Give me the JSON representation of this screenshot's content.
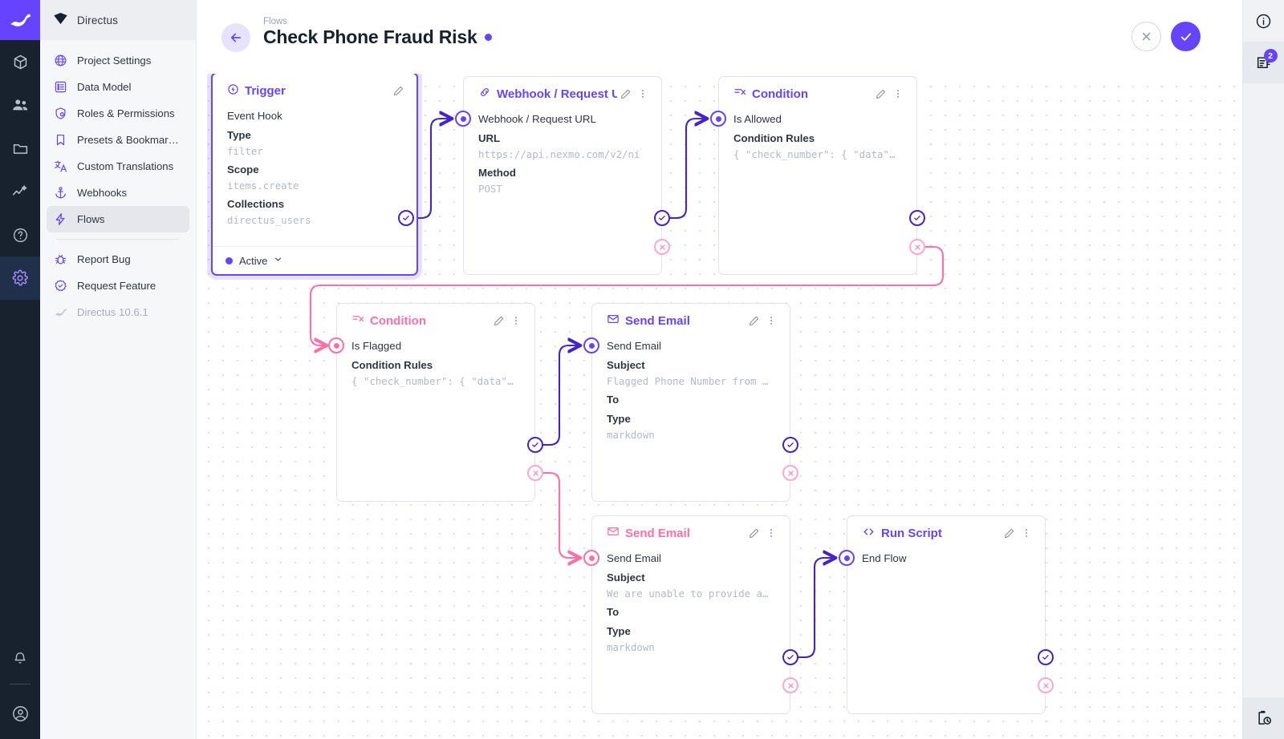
{
  "rail": {
    "logo_icon": "directus-rabbit-logo",
    "items": [
      {
        "icon": "cube-icon",
        "name": "content",
        "active": false
      },
      {
        "icon": "users-icon",
        "name": "users",
        "active": false
      },
      {
        "icon": "folder-icon",
        "name": "files",
        "active": false
      },
      {
        "icon": "insights-icon",
        "name": "insights",
        "active": false
      },
      {
        "icon": "help-circle-icon",
        "name": "help",
        "active": false
      },
      {
        "icon": "gear-icon",
        "name": "settings",
        "active": true
      }
    ],
    "bottom": [
      {
        "icon": "bell-icon",
        "name": "notifications"
      },
      {
        "icon": "account-circle-icon",
        "name": "account"
      }
    ]
  },
  "nav": {
    "header_title": "Directus",
    "header_icon": "directus-diamond-logo",
    "items": [
      {
        "label": "Project Settings",
        "icon": "globe-icon",
        "selected": false
      },
      {
        "label": "Data Model",
        "icon": "list-box-icon",
        "selected": false
      },
      {
        "label": "Roles & Permissions",
        "icon": "shield-account-icon",
        "selected": false
      },
      {
        "label": "Presets & Bookmar…",
        "icon": "bookmark-icon",
        "selected": false
      },
      {
        "label": "Custom Translations",
        "icon": "translate-icon",
        "selected": false
      },
      {
        "label": "Webhooks",
        "icon": "anchor-icon",
        "selected": false
      },
      {
        "label": "Flows",
        "icon": "lightning-bolt-icon",
        "selected": true
      }
    ],
    "secondary": [
      {
        "label": "Report Bug",
        "icon": "bug-icon"
      },
      {
        "label": "Request Feature",
        "icon": "check-decagram-icon"
      }
    ],
    "version": {
      "label": "Directus 10.6.1",
      "icon": "directus-rabbit-logo"
    }
  },
  "header": {
    "breadcrumb": "Flows",
    "title": "Check Phone Fraud Risk",
    "status_dot_color": "#6644ff",
    "back_icon": "arrow-left-icon",
    "cancel_icon": "close-icon",
    "save_icon": "check-icon"
  },
  "right_rail": {
    "info_icon": "info-circle-icon",
    "logs_icon": "logs-icon",
    "logs_badge": "2",
    "activity_icon": "clipboard-clock-icon"
  },
  "flow": {
    "nodes": [
      {
        "id": "trigger",
        "icon": "trigger-bolt-circle-icon",
        "title": "Trigger",
        "accent": "purple",
        "selected": true,
        "has_menu": false,
        "name": "Event Hook",
        "fields": [
          {
            "key": "Type",
            "value": "filter",
            "mono": true
          },
          {
            "key": "Scope",
            "value": "items.create",
            "mono": true
          },
          {
            "key": "Collections",
            "value": "directus_users",
            "mono": true
          }
        ],
        "footer": {
          "label": "Active",
          "dot_color": "#6644ff",
          "chevron_icon": "chevron-down-icon"
        }
      },
      {
        "id": "webhook",
        "icon": "link-chain-icon",
        "title": "Webhook / Request U",
        "accent": "purple",
        "selected": false,
        "has_menu": true,
        "name": "Webhook / Request URL",
        "fields": [
          {
            "key": "URL",
            "value": "https://api.nexmo.com/v2/ni",
            "mono": true
          },
          {
            "key": "Method",
            "value": "POST",
            "mono": true
          }
        ]
      },
      {
        "id": "cond_allowed",
        "icon": "condition-icon",
        "title": "Condition",
        "accent": "purple",
        "selected": false,
        "has_menu": true,
        "name": "Is Allowed",
        "fields": [
          {
            "key": "Condition Rules",
            "value": "{ \"check_number\": { \"data\"…",
            "mono": true
          }
        ]
      },
      {
        "id": "cond_flagged",
        "icon": "condition-icon",
        "title": "Condition",
        "accent": "pink",
        "selected": false,
        "has_menu": true,
        "name": "Is Flagged",
        "fields": [
          {
            "key": "Condition Rules",
            "value": "{ \"check_number\": { \"data\"…",
            "mono": true
          }
        ]
      },
      {
        "id": "email_flagged",
        "icon": "email-icon",
        "title": "Send Email",
        "accent": "purple",
        "selected": false,
        "has_menu": true,
        "name": "Send Email",
        "fields": [
          {
            "key": "Subject",
            "value": "Flagged Phone Number from …",
            "mono": true
          },
          {
            "key": "To",
            "value": "",
            "mono": true
          },
          {
            "key": "Type",
            "value": "markdown",
            "mono": true
          }
        ]
      },
      {
        "id": "email_unable",
        "icon": "email-icon",
        "title": "Send Email",
        "accent": "pink",
        "selected": false,
        "has_menu": true,
        "name": "Send Email",
        "fields": [
          {
            "key": "Subject",
            "value": "We are unable to provide a…",
            "mono": true
          },
          {
            "key": "To",
            "value": "",
            "mono": true
          },
          {
            "key": "Type",
            "value": "markdown",
            "mono": true
          }
        ]
      },
      {
        "id": "run_script",
        "icon": "code-brackets-icon",
        "title": "Run Script",
        "accent": "purple",
        "selected": false,
        "has_menu": true,
        "name": "End Flow",
        "fields": []
      }
    ],
    "colors": {
      "success_edge": "#4422cc",
      "reject_edge": "#ff6fa5",
      "accent": "#6644ff",
      "pink": "#ff6fa5"
    }
  }
}
